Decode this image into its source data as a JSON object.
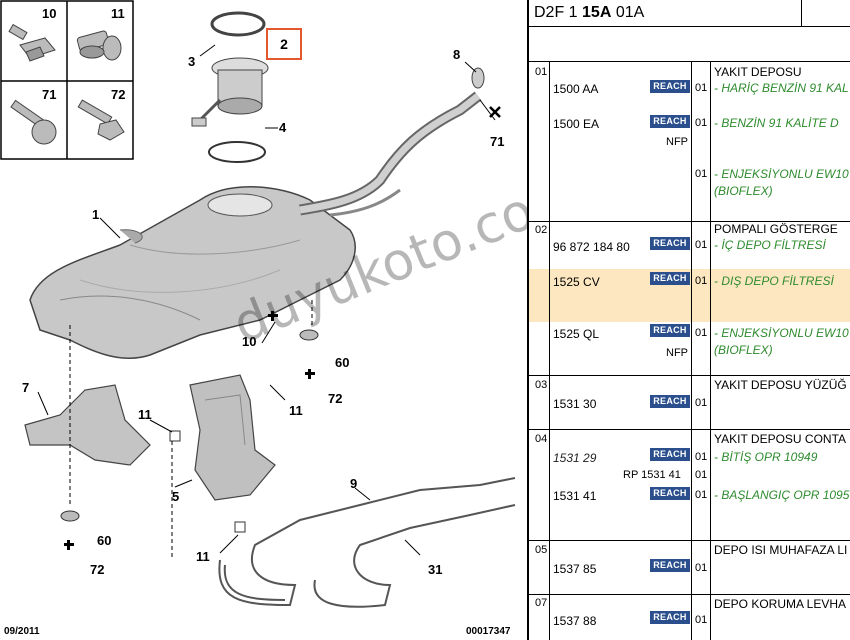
{
  "diagram": {
    "callouts": {
      "c1": "1",
      "c2": "2",
      "c3": "3",
      "c4": "4",
      "c5": "5",
      "c7": "7",
      "c8": "8",
      "c9": "9",
      "c10": "10",
      "c11a": "11",
      "c11b": "11",
      "c11c": "11",
      "c31": "31",
      "c60a": "60",
      "c60b": "60",
      "c71": "71",
      "c72a": "72",
      "c72b": "72"
    },
    "fastener_box": {
      "b10": "10",
      "b11": "11",
      "b71": "71",
      "b72": "72"
    },
    "footer_left": "09/2011",
    "footer_right": "00017347",
    "watermark": "duyukoto.com"
  },
  "panel": {
    "header": {
      "prefix": "D2F 1 ",
      "bold": "15A",
      "suffix": " 01A"
    },
    "rows": [
      {
        "group": "01",
        "title": "YAKIT DEPOSU"
      },
      {
        "group": "02",
        "title": "POMPALI GÖSTERGE"
      },
      {
        "group": "03",
        "title": "YAKIT DEPOSU YÜZÜĞ"
      },
      {
        "group": "04",
        "title": "YAKIT DEPOSU CONTA"
      },
      {
        "group": "05",
        "title": "DEPO ISI MUHAFAZA LI"
      },
      {
        "group": "07",
        "title": "DEPO KORUMA LEVHA"
      }
    ],
    "refs": {
      "r1": "1500 AA",
      "r2": "1500 EA",
      "r3": "96 872 184 80",
      "r4": "1525 CV",
      "r5": "1525 QL",
      "r6": "1531 30",
      "r7": "1531 29",
      "r8": "1531 41",
      "r9": "1537 85",
      "r10": "1537 88"
    },
    "reach_label": "REACH",
    "nfp_label": "NFP",
    "rp_label": "RP 1531 41",
    "qty": "01",
    "desc": {
      "d1": "- HARİÇ BENZİN 91 KAL",
      "d2": "- BENZİN 91 KALİTE D",
      "d3a": "- ENJEKSİYONLU EW10",
      "d3b": "(BIOFLEX)",
      "d4": "- İÇ DEPO FİLTRESİ",
      "d5": "- DIŞ DEPO FİLTRESİ",
      "d6a": "- ENJEKSİYONLU EW10",
      "d6b": "(BIOFLEX)",
      "d7": "- BİTİŞ OPR 10949",
      "d8": "- BAŞLANGIÇ OPR 1095"
    },
    "colors": {
      "reach_bg": "#2a4f8c",
      "highlight": "#fce7c0",
      "green_text": "#2e8b2e",
      "callout_box": "#e4572e"
    }
  }
}
